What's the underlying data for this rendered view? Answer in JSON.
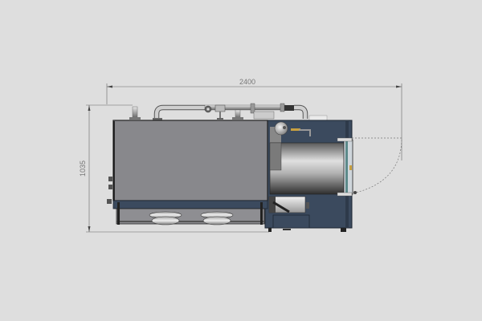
{
  "drawing": {
    "view": "top view",
    "subject": "boiler unit with tank, pipework and burner housing",
    "dimensions": {
      "width_label": "2400",
      "height_label": "1035"
    },
    "colors": {
      "background": "#dedede",
      "tank_body": "#88888c",
      "frame_blue": "#3b4a5e",
      "dimension_line": "#666666",
      "cylinder_light": "#d8d8d8",
      "cylinder_dark": "#3a3a3a",
      "brass_accent": "#c8a040"
    }
  }
}
